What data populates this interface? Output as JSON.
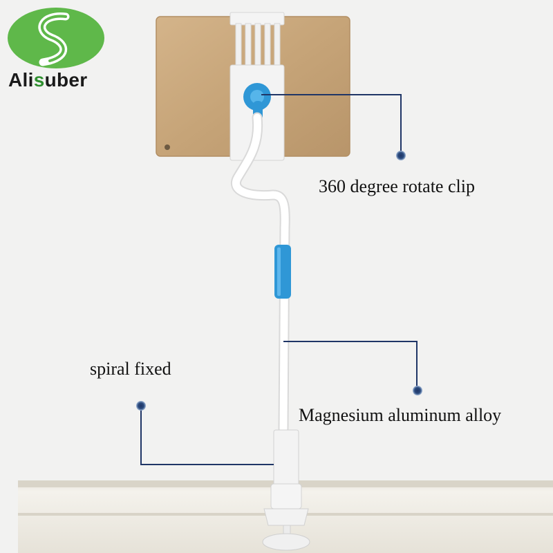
{
  "brand": {
    "name_prefix": "Ali",
    "name_accent": "s",
    "name_suffix": "uber",
    "logo_icon": "leaf-hook-icon",
    "logo_color": "#5fb84a",
    "accent_color": "#2f8f2f"
  },
  "callouts": {
    "rotate_clip": "360 degree rotate clip",
    "alloy": "Magnesium aluminum alloy",
    "spiral": "spiral fixed"
  },
  "colors": {
    "background": "#f1f1f0",
    "tablet": "#c9a87d",
    "holder": "#ececec",
    "blue_sleeve": "#2f97d6",
    "leader_line": "#1f3566",
    "desk": "#e9e5dc"
  }
}
